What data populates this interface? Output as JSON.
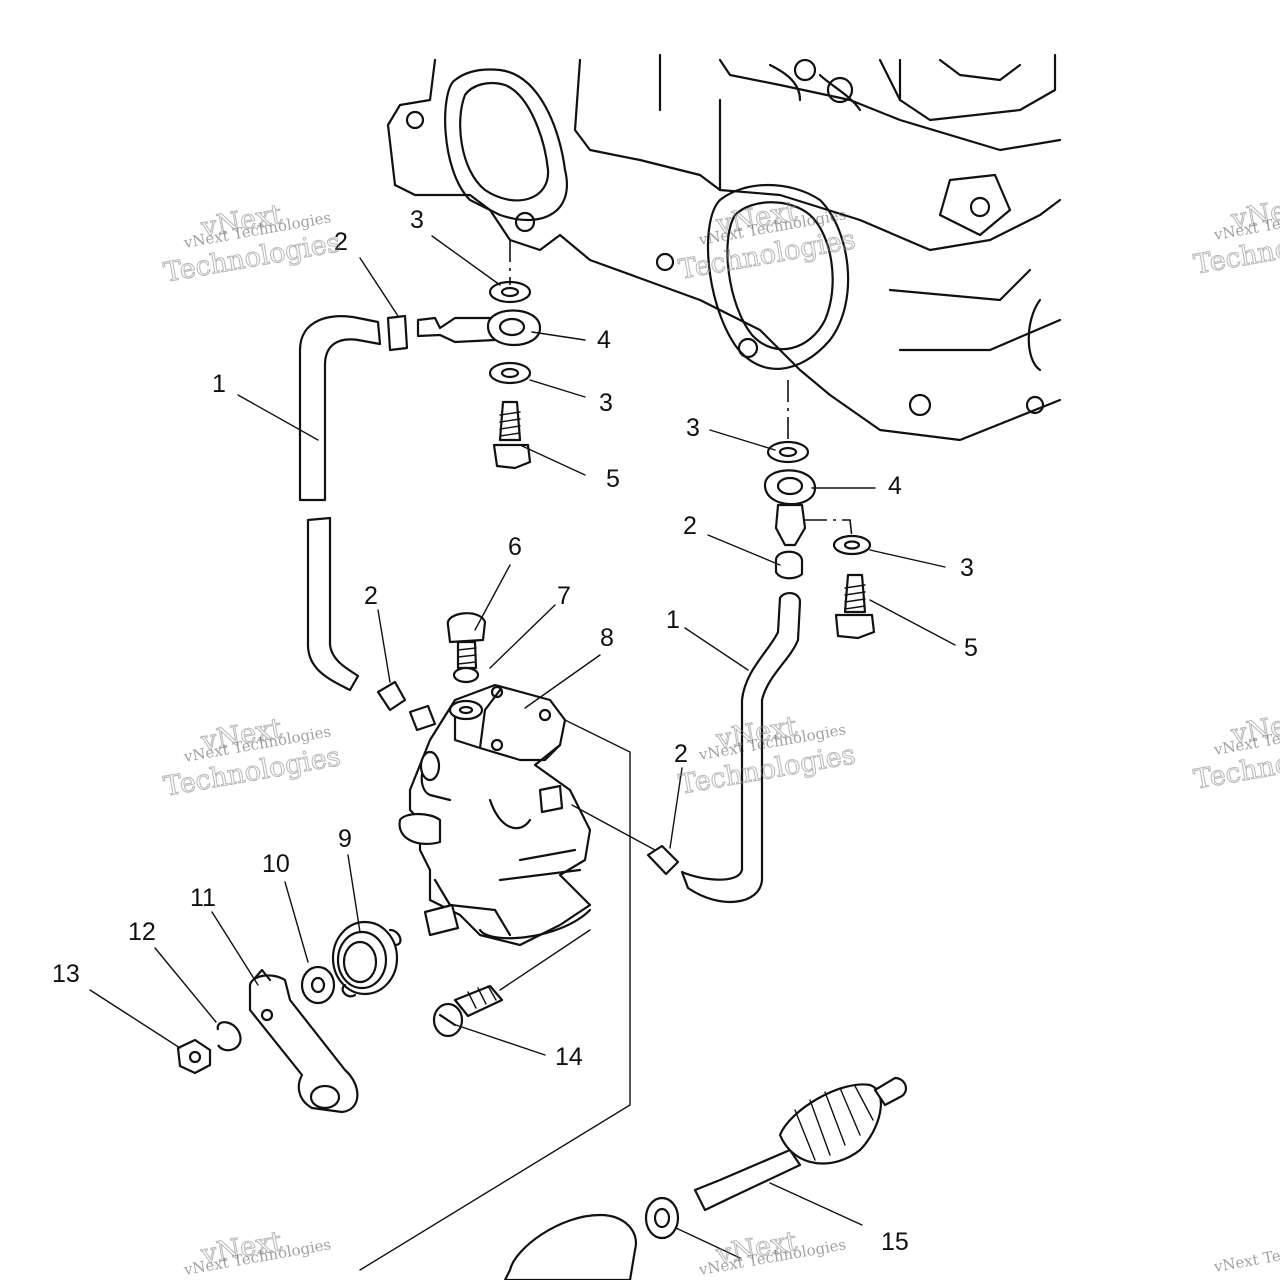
{
  "callouts": [
    {
      "id": "c1a",
      "text": "1"
    },
    {
      "id": "c2a",
      "text": "2"
    },
    {
      "id": "c3a",
      "text": "3"
    },
    {
      "id": "c4a",
      "text": "4"
    },
    {
      "id": "c3b",
      "text": "3"
    },
    {
      "id": "c5a",
      "text": "5"
    },
    {
      "id": "c3c",
      "text": "3"
    },
    {
      "id": "c4b",
      "text": "4"
    },
    {
      "id": "c2b",
      "text": "2"
    },
    {
      "id": "c3d",
      "text": "3"
    },
    {
      "id": "c5b",
      "text": "5"
    },
    {
      "id": "c6",
      "text": "6"
    },
    {
      "id": "c7",
      "text": "7"
    },
    {
      "id": "c8",
      "text": "8"
    },
    {
      "id": "c2c",
      "text": "2"
    },
    {
      "id": "c1b",
      "text": "1"
    },
    {
      "id": "c2d",
      "text": "2"
    },
    {
      "id": "c9",
      "text": "9"
    },
    {
      "id": "c10",
      "text": "10"
    },
    {
      "id": "c11",
      "text": "11"
    },
    {
      "id": "c12",
      "text": "12"
    },
    {
      "id": "c13",
      "text": "13"
    },
    {
      "id": "c14",
      "text": "14"
    },
    {
      "id": "c15",
      "text": "15"
    }
  ],
  "watermark": {
    "brand": "vNext",
    "line": "vNext Technologies",
    "word": "Technologies"
  },
  "colors": {
    "ink": "#111111",
    "paper": "#ffffff",
    "watermark": "#888888"
  }
}
